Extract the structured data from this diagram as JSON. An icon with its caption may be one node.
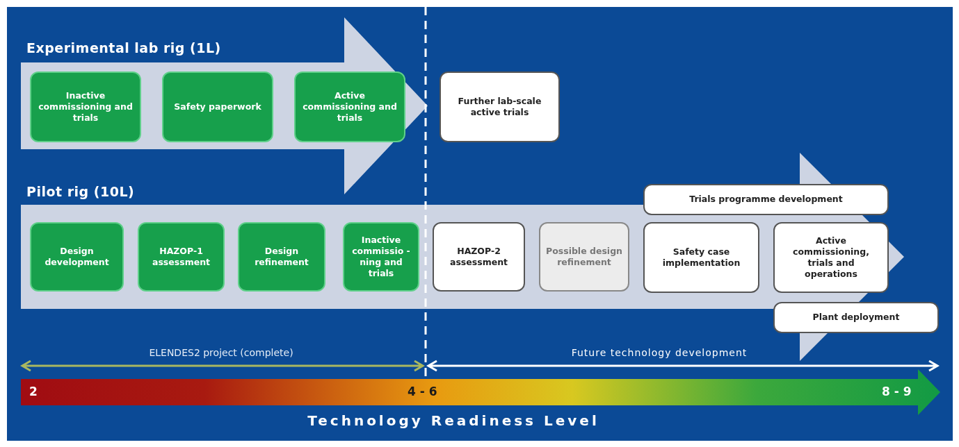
{
  "diagram": {
    "nodes": [
      {
        "text": [
          "Experimental lab rig (1L)"
        ]
      },
      {
        "text": [
          "Inactive commissioning and trials"
        ],
        "in": 0
      },
      {
        "text": [
          "Safety paperwork"
        ],
        "in": 0
      },
      {
        "text": [
          "Active commissioning and trials"
        ],
        "in": 0
      },
      {
        "text": [
          "Further lab-scale active trials"
        ]
      },
      {
        "text": [
          "Pilot rig (10L)"
        ]
      },
      {
        "text": [
          "Design development"
        ],
        "in": 5
      },
      {
        "text": [
          "HAZOP-1 assessment"
        ],
        "in": 5
      },
      {
        "text": [
          "Design refinement"
        ],
        "in": 5
      },
      {
        "text": [
          "Inactive commissio -ning and trials"
        ],
        "in": 5
      },
      {
        "text": [
          "HAZOP-2 assessment"
        ],
        "in": 5
      },
      {
        "text": [
          "Possible design refinement"
        ],
        "in": 5
      },
      {
        "text": [
          "Safety case implementation"
        ],
        "in": 5
      },
      {
        "text": [
          "Active commissioning, trials and operations"
        ],
        "in": 5
      },
      {
        "text": [
          "Trials programme development"
        ]
      },
      {
        "text": [
          "Plant deployment"
        ]
      }
    ],
    "labels": [
      "ELENDES2 project (complete)",
      "Future technology development",
      "2",
      "4 - 6",
      "8 - 9",
      "Technology Readiness Level"
    ]
  }
}
